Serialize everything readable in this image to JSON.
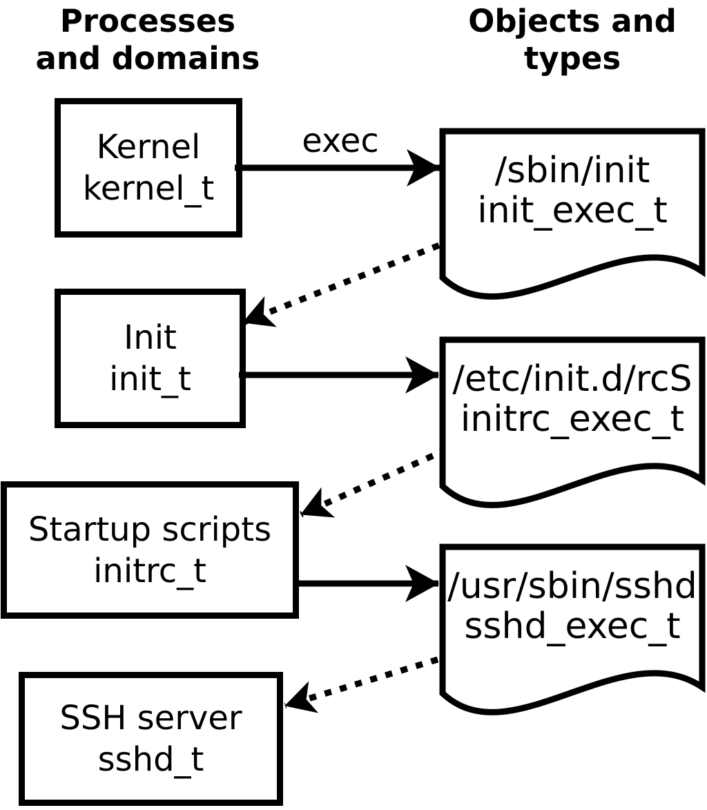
{
  "headers": {
    "processes": "Processes\nand domains",
    "objects": "Objects and\ntypes"
  },
  "exec_label": "exec",
  "processes": [
    {
      "name": "Kernel",
      "domain": "kernel_t"
    },
    {
      "name": "Init",
      "domain": "init_t"
    },
    {
      "name": "Startup scripts",
      "domain": "initrc_t"
    },
    {
      "name": "SSH server",
      "domain": "sshd_t"
    }
  ],
  "objects": [
    {
      "path": "/sbin/init",
      "type": "init_exec_t"
    },
    {
      "path": "/etc/init.d/rcS",
      "type": "initrc_exec_t"
    },
    {
      "path": "/usr/sbin/sshd",
      "type": "sshd_exec_t"
    }
  ],
  "colors": {
    "ink": "#000000",
    "background": "#ffffff"
  }
}
